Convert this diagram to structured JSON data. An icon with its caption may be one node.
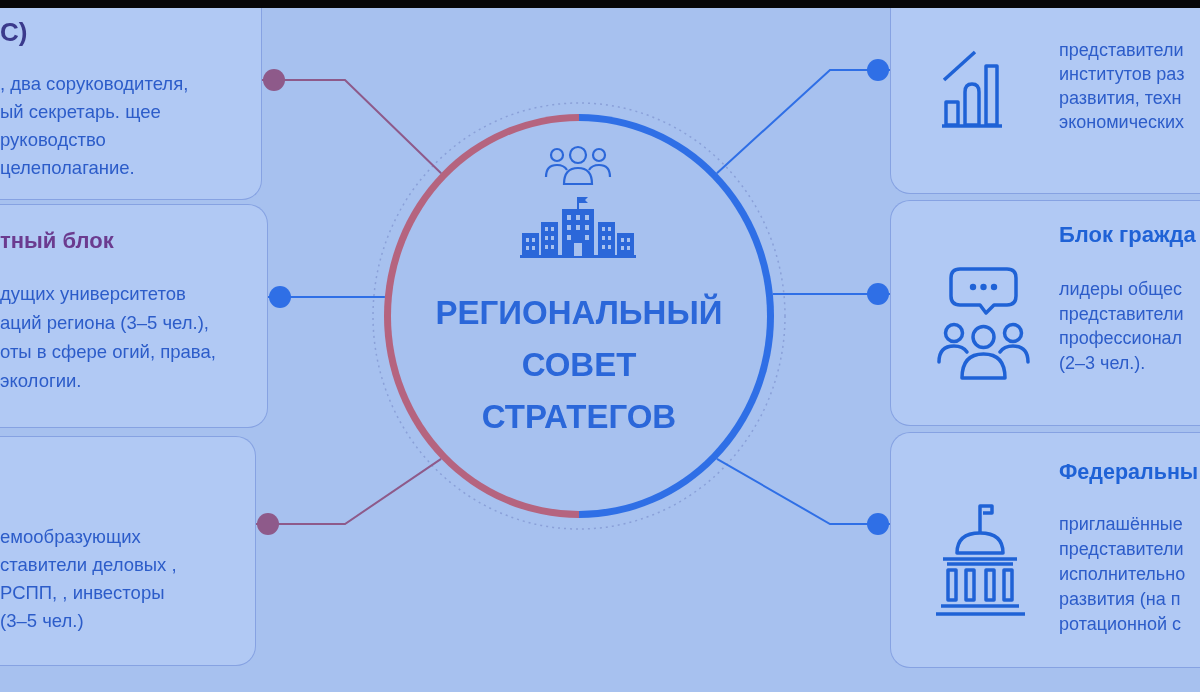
{
  "diagram": {
    "nodes": [
      {
        "text": [
          "С)",
          ", два соруководителя, ый секретарь. щее руководство целеполагание."
        ]
      },
      {
        "text": [
          "тный блок",
          "дущих университетов аций региона (3–5 чел.), оты в сфере огий, права, экологии."
        ]
      },
      {
        "text": [
          "емообразующих ставители деловых , РСПП, , инвесторы (3–5 чел.)"
        ]
      },
      {
        "text": [
          "РЕГИОНАЛЬНЫЙ СОВЕТ СТРАТЕГОВ"
        ]
      },
      {
        "text": [
          "представители институтов раз развития, техн экономических"
        ]
      },
      {
        "text": [
          "Блок гражда",
          "лидеры общес представители профессионал (2–3 чел.)."
        ]
      },
      {
        "text": [
          "Федеральны",
          "приглашённые представители исполнительно развития (на п ротационной с"
        ]
      }
    ],
    "edges": [
      {
        "from": 3,
        "to": 0,
        "arrow": "other",
        "color": "#8e5a8a"
      },
      {
        "from": 3,
        "to": 1,
        "arrow": "other"
      },
      {
        "from": 3,
        "to": 2,
        "arrow": "other",
        "color": "#8e5a8a"
      },
      {
        "from": 3,
        "to": 4,
        "arrow": "other"
      },
      {
        "from": 3,
        "to": 5,
        "arrow": "other"
      },
      {
        "from": 3,
        "to": 6,
        "arrow": "other"
      }
    ]
  }
}
